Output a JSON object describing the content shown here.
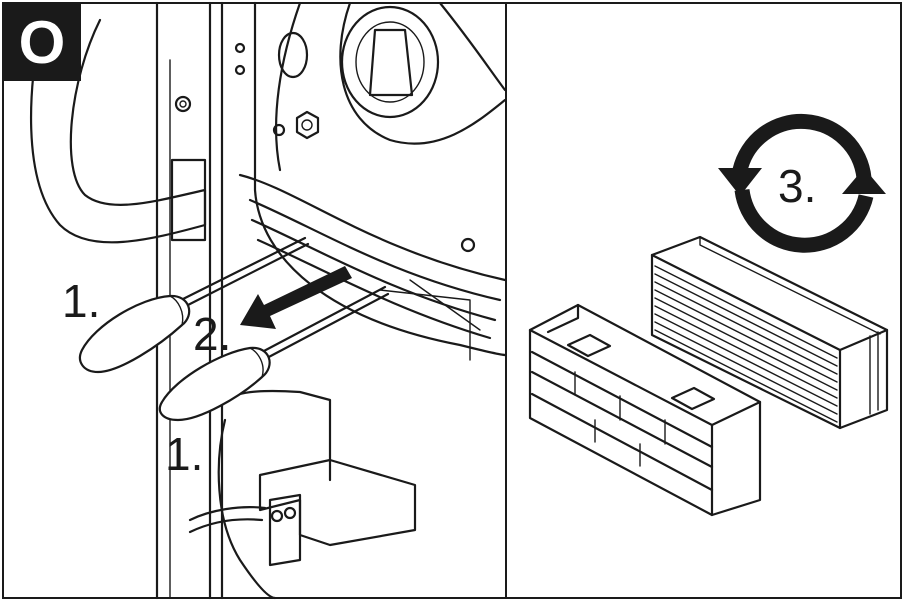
{
  "step_badge": "O",
  "labels": {
    "step1_top": "1.",
    "step2": "2.",
    "step1_bottom": "1.",
    "step3": "3."
  },
  "icons": [
    "screwdriver-icon",
    "arrow-icon",
    "replace-cycle-icon",
    "filter-cartridge-icon"
  ]
}
